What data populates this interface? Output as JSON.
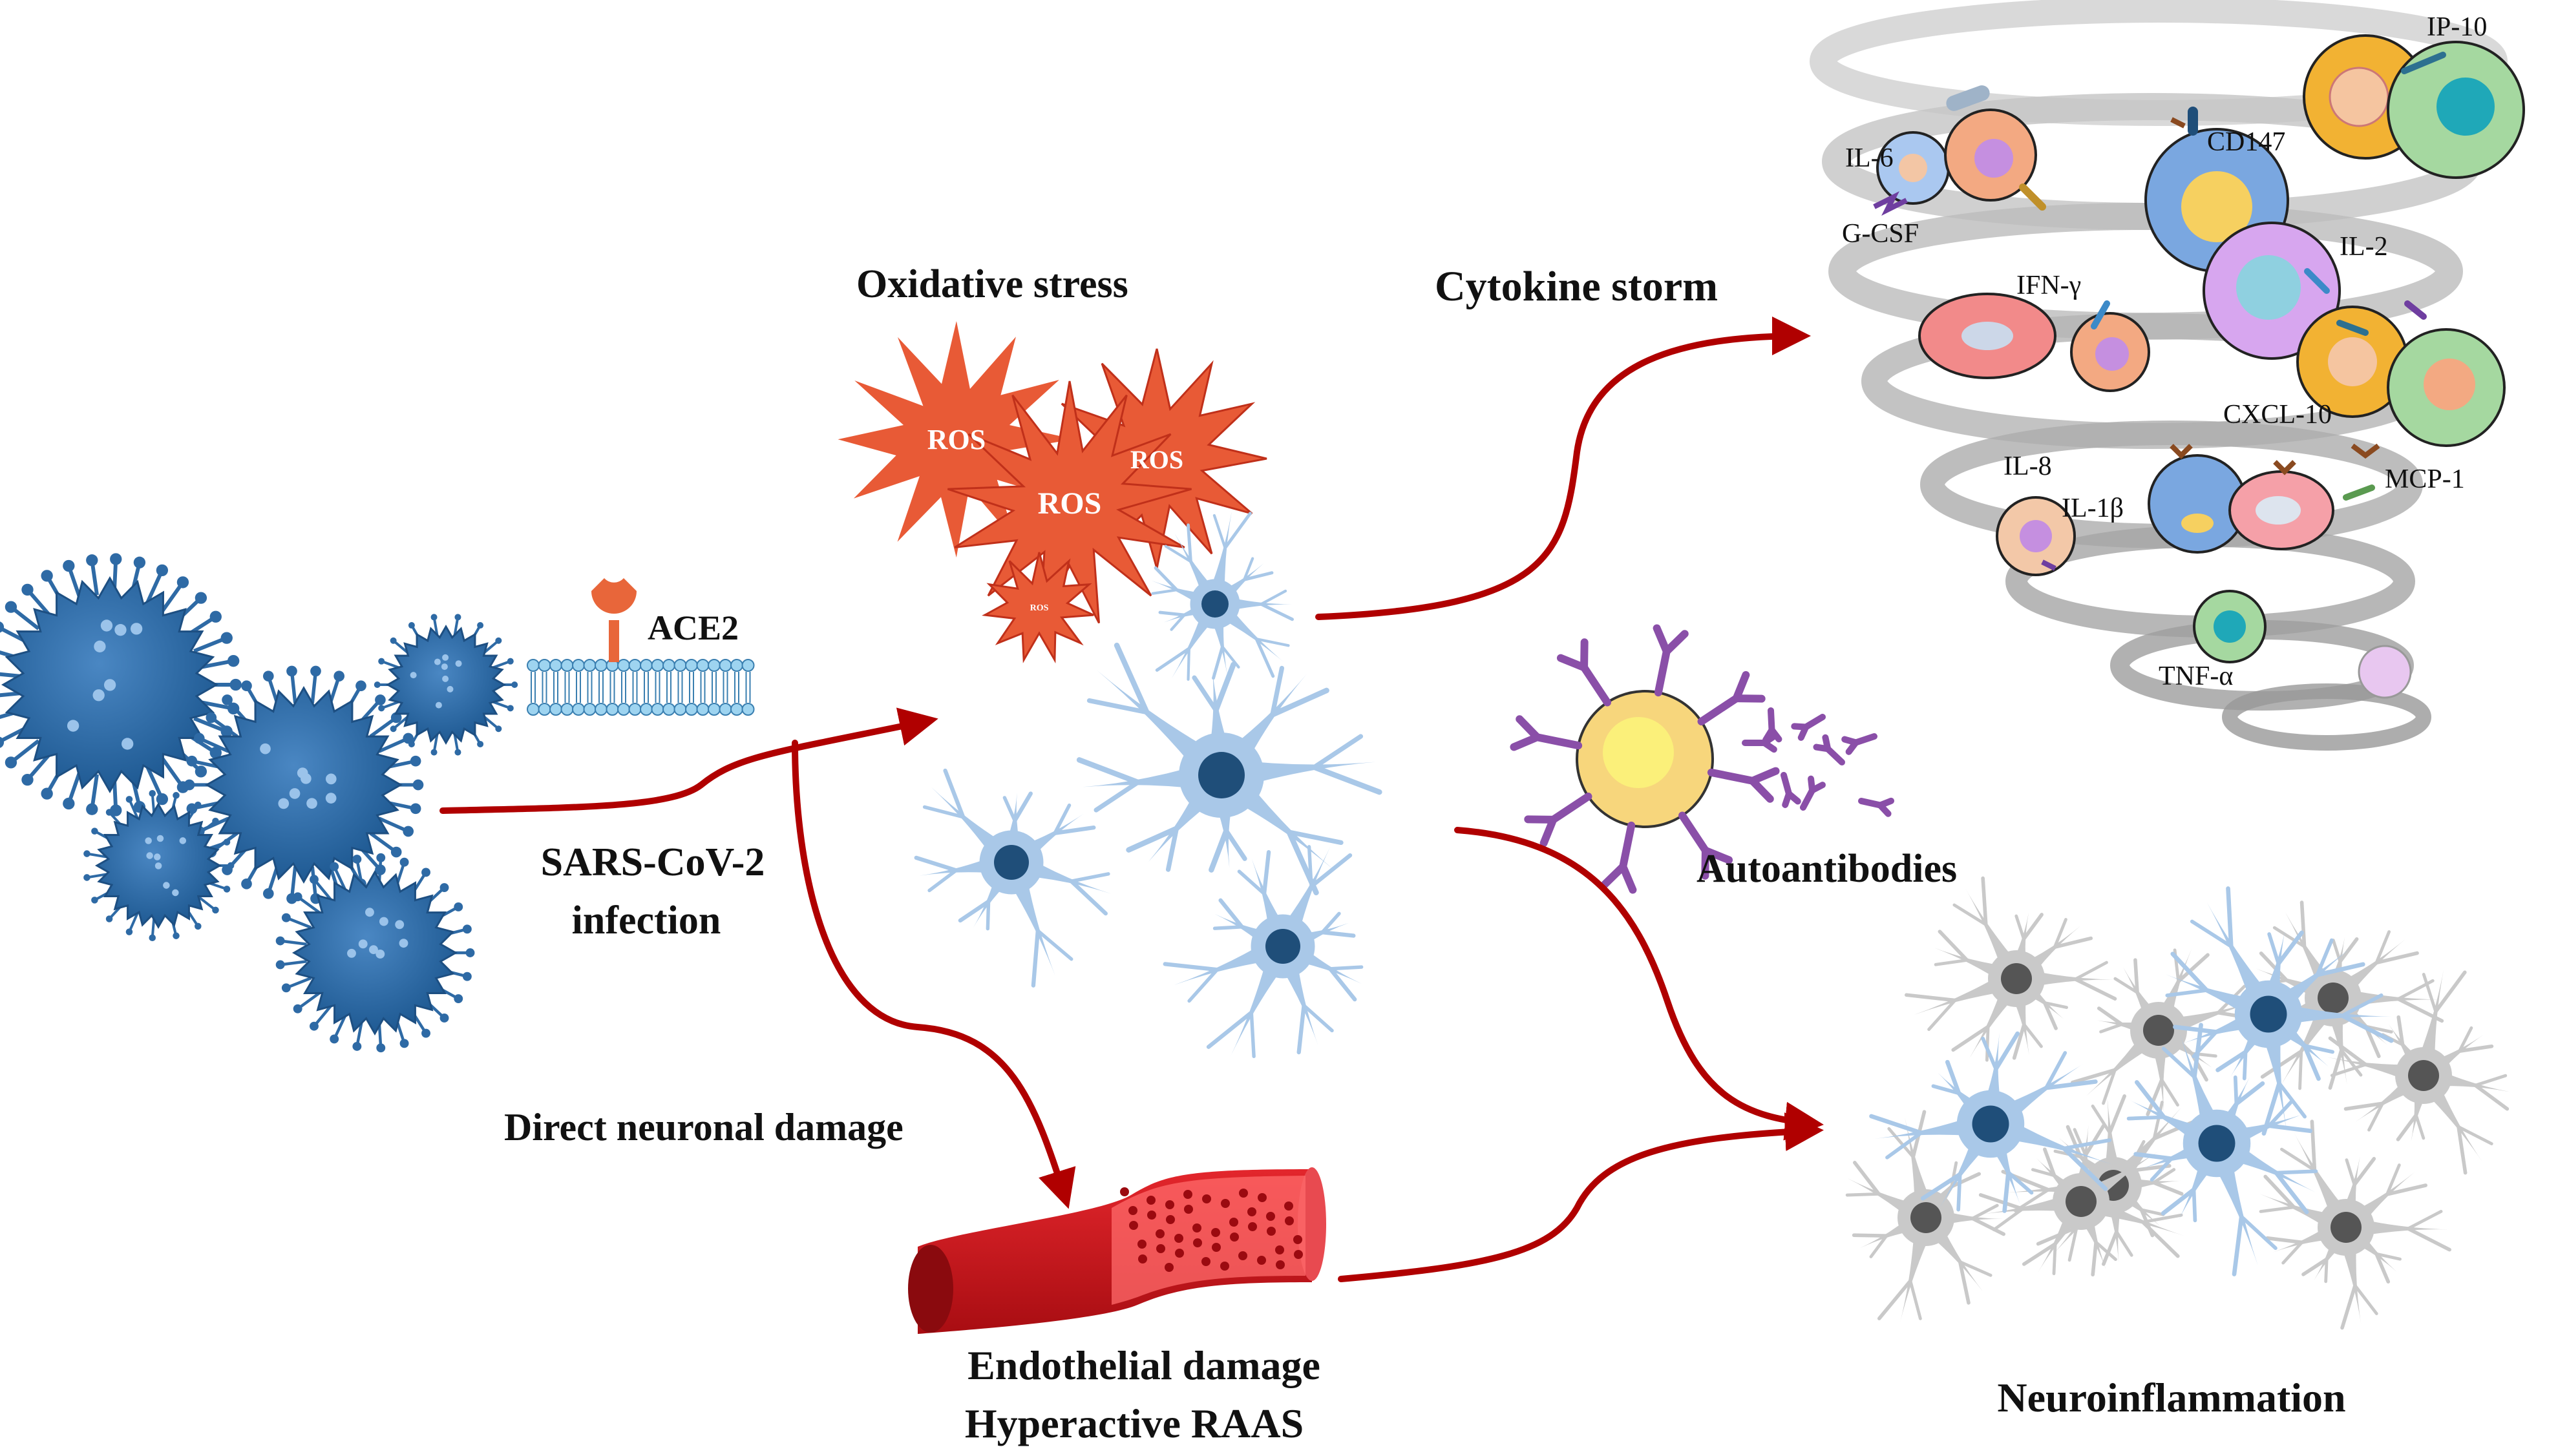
{
  "labels": {
    "oxidative_stress": "Oxidative stress",
    "cytokine_storm": "Cytokine storm",
    "ace2": "ACE2",
    "infection_line1": "SARS-CoV-2",
    "infection_line2": "infection",
    "direct_damage": "Direct neuronal damage",
    "endothelial_line1": "Endothelial damage",
    "endothelial_line2": "Hyperactive RAAS",
    "autoantibodies": "Autoantibodies",
    "neuroinflammation": "Neuroinflammation"
  },
  "ros": {
    "large": "ROS",
    "small": "ROS"
  },
  "cytokines": {
    "il6": "IL-6",
    "gcsf": "G-CSF",
    "cd147": "CD147",
    "ip10": "IP-10",
    "ifng": "IFN-γ",
    "il2": "IL-2",
    "cxcl10": "CXCL-10",
    "mcp1": "MCP-1",
    "il8": "IL-8",
    "il1b": "IL-1β",
    "tnfa": "TNF-α"
  },
  "colors": {
    "arrow": "#b00000",
    "virus": "#2e6aa5",
    "virus_dark": "#1d4f82",
    "neuron": "#a9c8e8",
    "neuron_nucleus": "#1f4e79",
    "ros": "#e85a36",
    "vessel": "#c9161c",
    "antibody": "#8a4fa8",
    "gray_neuron": "#c9c9c9"
  }
}
